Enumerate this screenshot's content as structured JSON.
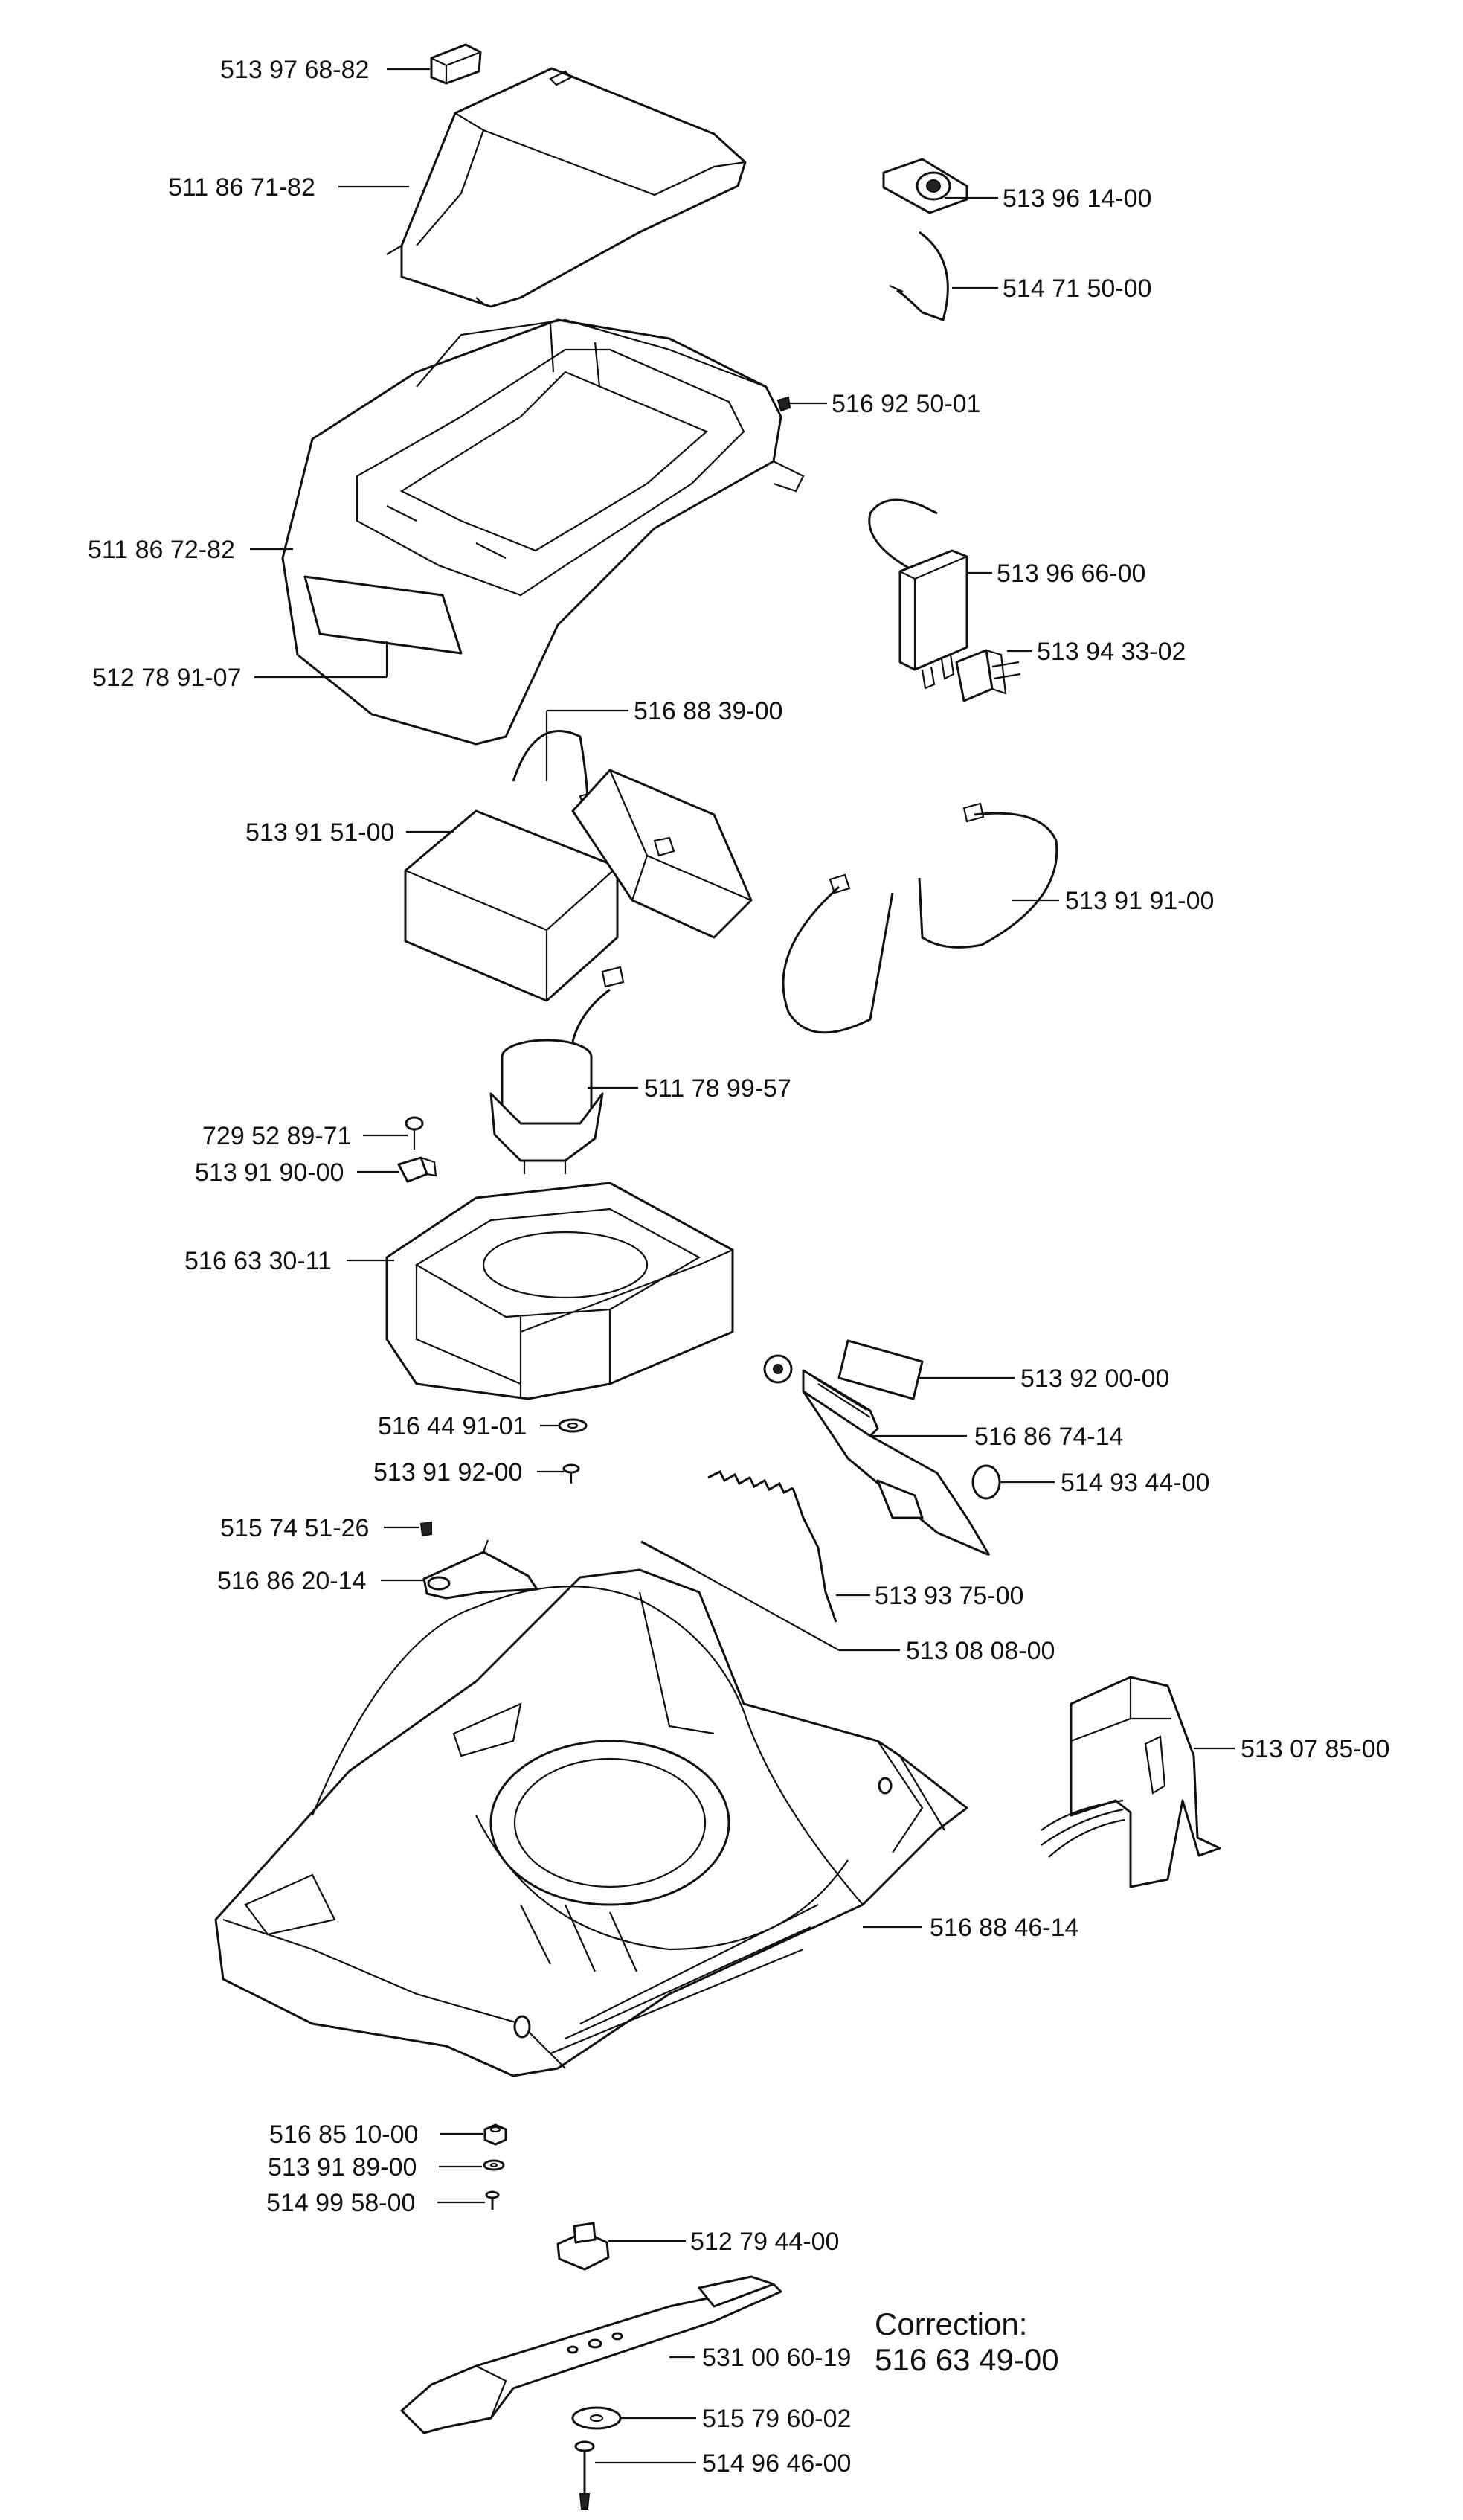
{
  "labels": {
    "cap": "513 97 68-82",
    "cover": "511 86 71-82",
    "switch": "513 96 14-00",
    "clip_wire": "514 71 50-00",
    "screw_top": "516 92 50-01",
    "hood": "511 86 72-82",
    "charger": "513 96 66-00",
    "plug": "513 94 33-02",
    "decal": "512 78 91-07",
    "cable_link": "516 88 39-00",
    "battery": "513 91 51-00",
    "wire_harness": "513 91 91-00",
    "motor": "511 78 99-57",
    "screw_small": "729 52 89-71",
    "clip_small": "513 91 90-00",
    "motor_tray": "516 63 30-11",
    "label_plate": "513 92 00-00",
    "handle_lever": "516 86 74-14",
    "washer_a": "516 44 91-01",
    "cap_round": "514 93 44-00",
    "screw_b": "513 91 92-00",
    "screw_c": "515 74 51-26",
    "spring_rod": "513 93 75-00",
    "hinge_bracket": "516 86 20-14",
    "pin": "513 08 08-00",
    "grass_box": "513 07 85-00",
    "deck": "516 88 46-14",
    "nut": "516 85 10-00",
    "washer_b": "513 91 89-00",
    "bolt_a": "514 99 58-00",
    "blade_hub": "512 79 44-00",
    "blade": "531 00 60-19",
    "washer_c": "515 79 60-02",
    "bolt_b": "514 96 46-00"
  },
  "correction": {
    "title": "Correction:",
    "part": "516 63 49-00"
  }
}
